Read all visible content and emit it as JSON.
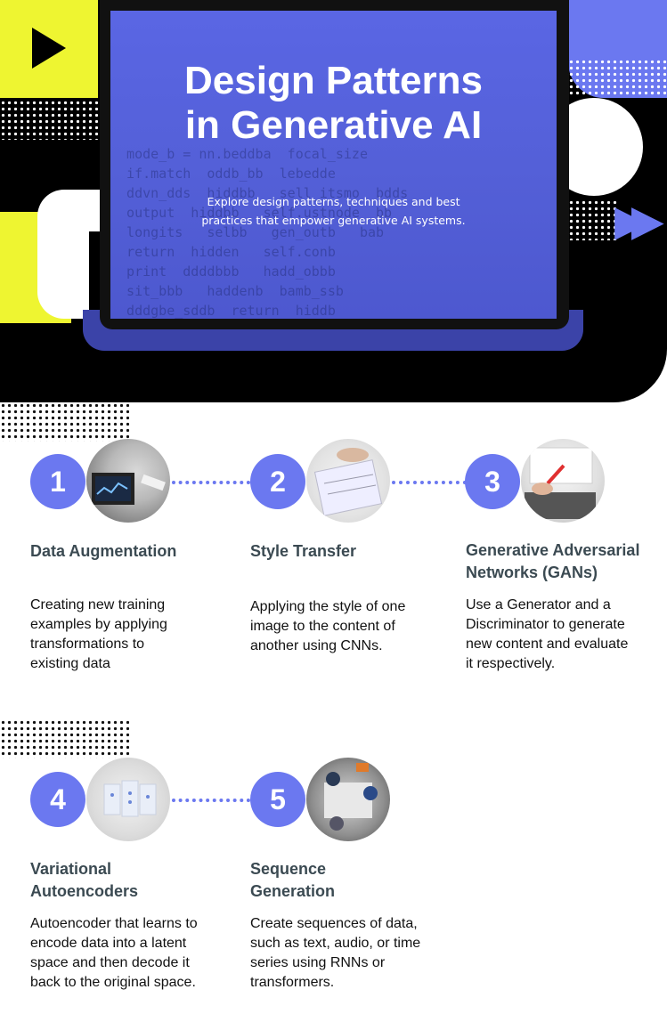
{
  "hero": {
    "title_line1": "Design Patterns",
    "title_line2": "in Generative AI",
    "subtitle_line1": "Explore design patterns, techniques and best",
    "subtitle_line2": "practices that empower generative AI systems."
  },
  "colors": {
    "accent": "#6b78f0",
    "yellow": "#eef531",
    "dark": "#000000",
    "heading": "#3b4a52"
  },
  "steps": [
    {
      "number": "1",
      "title_line1": "Data Augmentation",
      "title_line2": "",
      "desc": [
        "Creating new training",
        "examples by applying",
        "transformations to",
        "existing data"
      ]
    },
    {
      "number": "2",
      "title_line1": "Style Transfer",
      "title_line2": "",
      "desc": [
        "Applying the style of one",
        "image to the content of",
        "another using CNNs."
      ]
    },
    {
      "number": "3",
      "title_line1": "Generative Adversarial",
      "title_line2": "Networks (GANs)",
      "desc": [
        "Use a Generator and a",
        "Discriminator to generate",
        "new content and evaluate",
        "it respectively."
      ]
    },
    {
      "number": "4",
      "title_line1": "Variational",
      "title_line2": "Autoencoders",
      "desc": [
        "Autoencoder that learns to",
        "encode data into a latent",
        "space and then decode it",
        "back to the original space."
      ]
    },
    {
      "number": "5",
      "title_line1": "Sequence",
      "title_line2": "Generation",
      "desc": [
        "Create sequences of data,",
        "such as text, audio, or time",
        "series using RNNs or",
        "transformers."
      ]
    }
  ],
  "icons": {
    "play": "play-icon",
    "fast_forward": "fast-forward-icon"
  }
}
